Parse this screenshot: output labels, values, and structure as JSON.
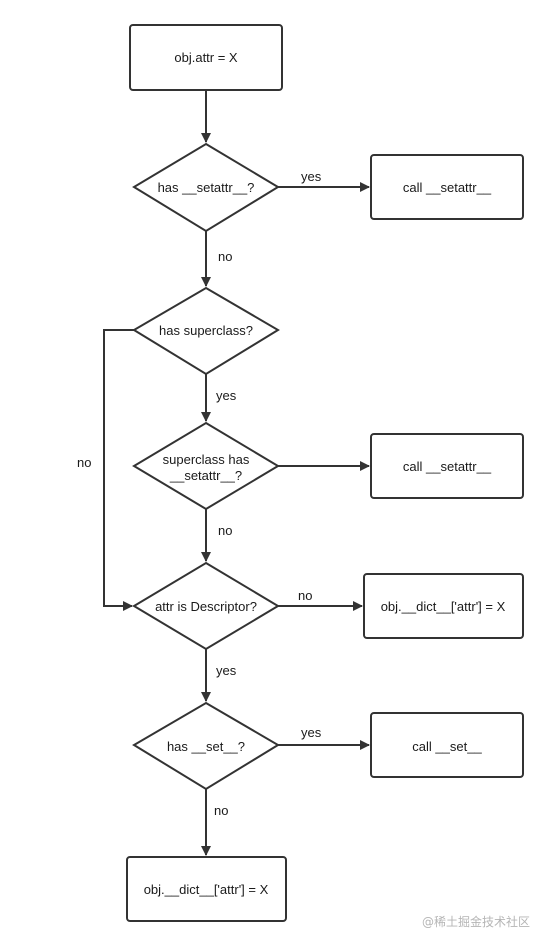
{
  "diagram": {
    "nodes": {
      "start": "obj.attr = X",
      "has_setattr": "has __setattr__?",
      "call_setattr_1": "call __setattr__",
      "has_superclass": "has superclass?",
      "superclass_has_line1": "superclass has",
      "superclass_has_line2": "__setattr__?",
      "call_setattr_2": "call __setattr__",
      "is_descriptor": "attr is Descriptor?",
      "dict_assign_right": "obj.__dict__['attr'] = X",
      "has_set": "has __set__?",
      "call_set": "call __set__",
      "dict_assign_bottom": "obj.__dict__['attr'] = X"
    },
    "edges": {
      "setattr_yes": "yes",
      "setattr_no": "no",
      "superclass_yes": "yes",
      "superclass_no": "no",
      "super_setattr_no": "no",
      "descriptor_no": "no",
      "descriptor_yes": "yes",
      "set_yes": "yes",
      "set_no": "no"
    }
  },
  "watermark": "@稀土掘金技术社区"
}
